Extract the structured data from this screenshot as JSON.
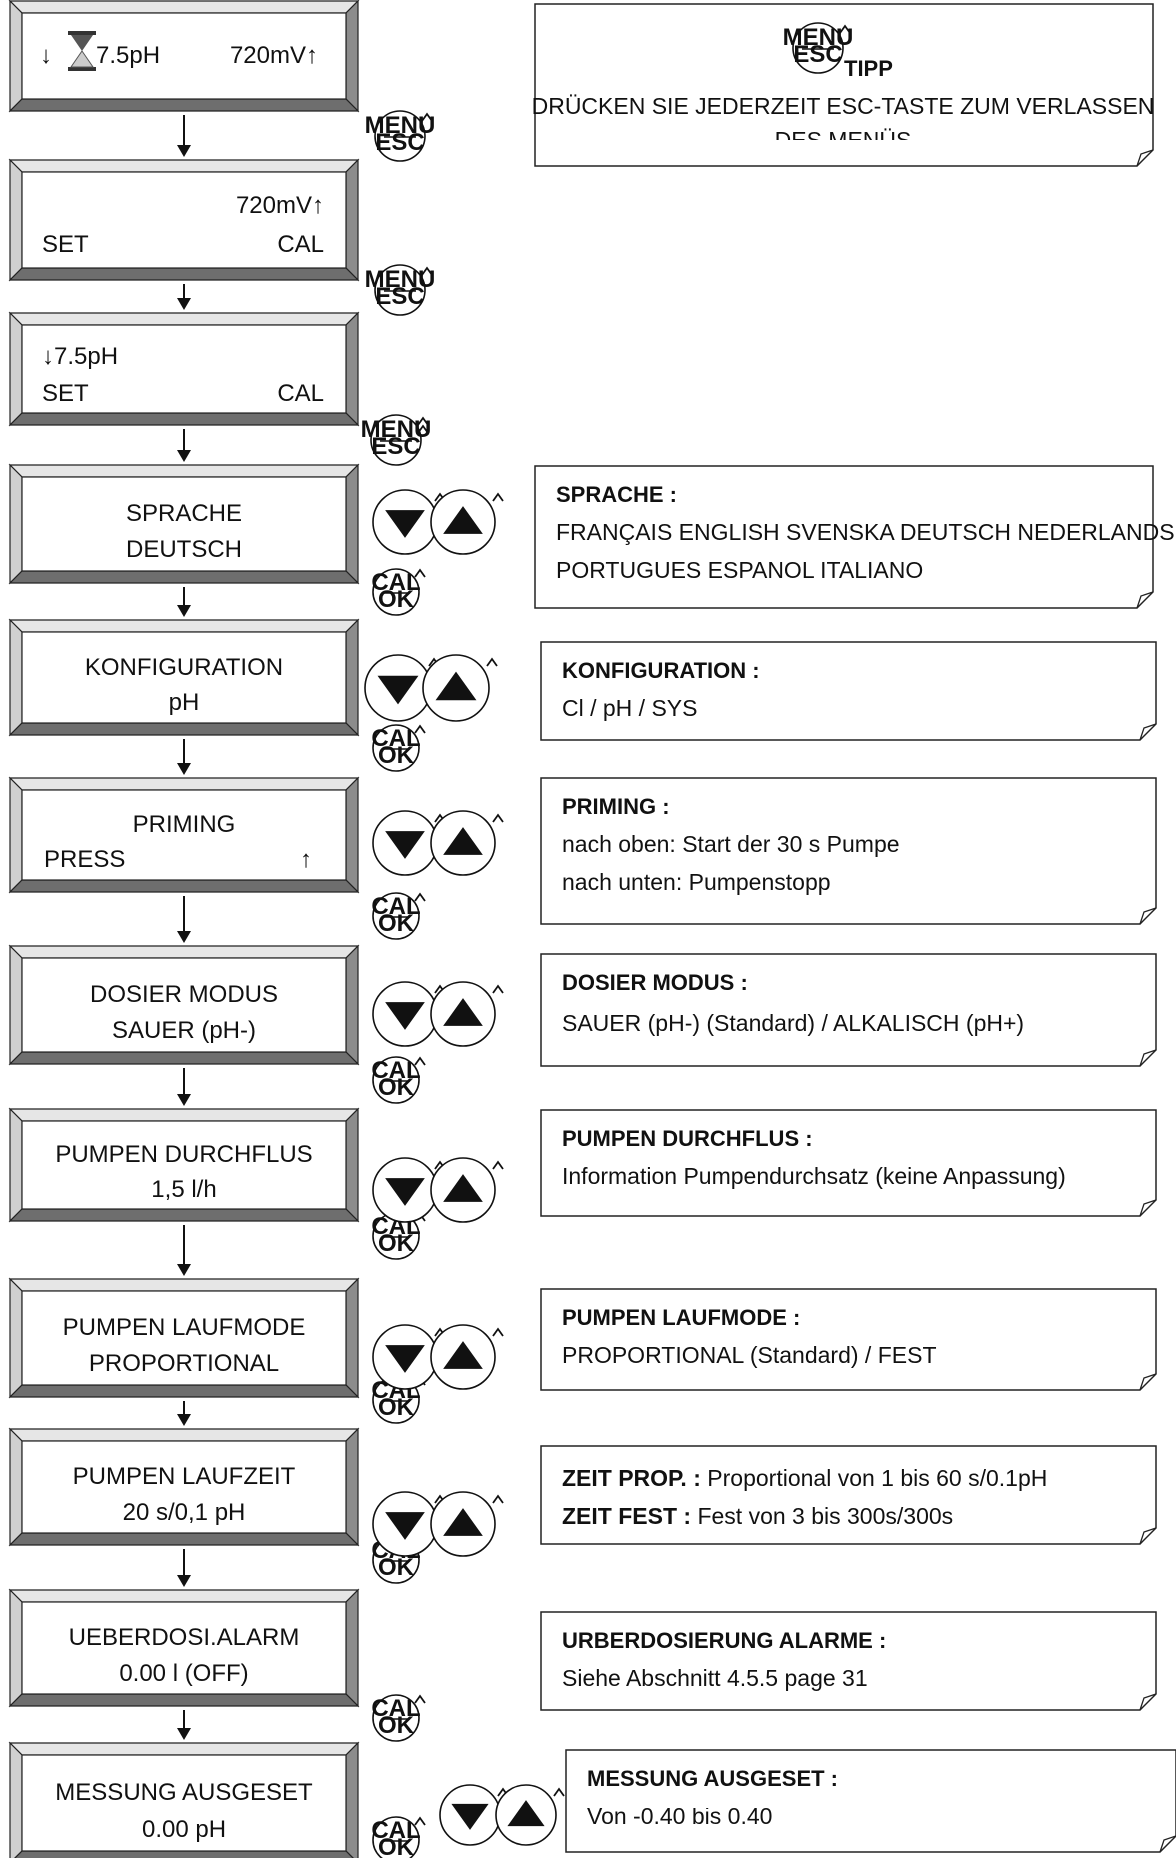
{
  "tip": {
    "title": "TIPP",
    "line1": "DRÜCKEN SIE JEDERZEIT ESC-TASTE ZUM VERLASSEN",
    "line2": "DES MENÜS"
  },
  "button_labels": {
    "menu": "MENU",
    "esc": "ESC",
    "cal": "CAL",
    "ok": "OK"
  },
  "screens": [
    {
      "id": "display-home",
      "line1_left": "↓",
      "line1_mid": "7.5pH",
      "line1_right": "720mV↑",
      "line2_left": "",
      "line2_right": ""
    },
    {
      "id": "display-redox",
      "line1_right": "720mV↑",
      "line2_left": "SET",
      "line2_right": "CAL"
    },
    {
      "id": "display-ph",
      "line1_left": "↓7.5pH",
      "line2_left": "SET",
      "line2_right": "CAL"
    },
    {
      "id": "sprache",
      "title": "SPRACHE",
      "value": "DEUTSCH"
    },
    {
      "id": "konfiguration",
      "title": "KONFIGURATION",
      "value": "pH"
    },
    {
      "id": "priming",
      "title": "PRIMING",
      "value_left": "PRESS",
      "value_right": "↑"
    },
    {
      "id": "dosier-modus",
      "title": "DOSIER MODUS",
      "value": "SAUER (pH-)"
    },
    {
      "id": "pumpen-durchflus",
      "title": "PUMPEN DURCHFLUS",
      "value": "1,5 l/h"
    },
    {
      "id": "pumpen-laufmode",
      "title": "PUMPEN LAUFMODE",
      "value": "PROPORTIONAL"
    },
    {
      "id": "pumpen-laufzeit",
      "title": "PUMPEN LAUFZEIT",
      "value": "20 s/0,1 pH"
    },
    {
      "id": "ueberdosi-alarm",
      "title": "UEBERDOSI.ALARM",
      "value": "0.00 l (OFF)"
    },
    {
      "id": "messung-ausgeset",
      "title": "MESSUNG AUSGESET",
      "value": "0.00 pH"
    }
  ],
  "notes": [
    {
      "id": "sprache",
      "title": "SPRACHE :",
      "lines": [
        "FRANÇAIS ENGLISH SVENSKA DEUTSCH NEDERLANDS",
        "PORTUGUES ESPANOL ITALIANO"
      ]
    },
    {
      "id": "konfiguration",
      "title": "KONFIGURATION :",
      "lines": [
        "Cl / pH / SYS"
      ]
    },
    {
      "id": "priming",
      "title": "PRIMING :",
      "lines": [
        "nach oben: Start der 30 s Pumpe",
        "nach unten: Pumpenstopp"
      ]
    },
    {
      "id": "dosier-modus",
      "title": "DOSIER MODUS :",
      "lines": [
        "SAUER (pH-) (Standard) / ALKALISCH (pH+)"
      ]
    },
    {
      "id": "pumpen-durchflus",
      "title": "PUMPEN DURCHFLUS :",
      "lines": [
        "Information Pumpendurchsatz (keine Anpassung)"
      ]
    },
    {
      "id": "pumpen-laufmode",
      "title": "PUMPEN LAUFMODE :",
      "lines": [
        "PROPORTIONAL (Standard) / FEST"
      ]
    },
    {
      "id": "pumpen-laufzeit",
      "rows": [
        {
          "label": "ZEIT PROP. :",
          "text": " Proportional von 1 bis 60 s/0.1pH"
        },
        {
          "label": "ZEIT FEST :",
          "text": " Fest von 3 bis 300s/300s"
        }
      ]
    },
    {
      "id": "ueberdosi-alarm",
      "title": "URBERDOSIERUNG ALARME :",
      "lines": [
        "Siehe Abschnitt 4.5.5 page 31"
      ]
    },
    {
      "id": "messung-ausgeset",
      "title": "MESSUNG AUSGESET :",
      "lines": [
        "Von -0.40 bis 0.40"
      ]
    }
  ]
}
